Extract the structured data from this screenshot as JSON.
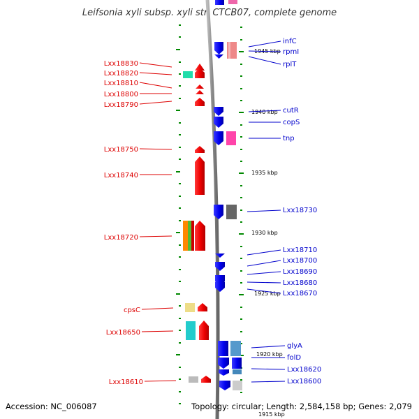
{
  "title": "Leifsonia xyli subsp. xyli str. CTCB07, complete genome",
  "footer": {
    "accession": "Accession: NC_006087",
    "summary": "Topology: circular; Length: 2,584,158 bp; Genes: 2,079"
  },
  "scale_labels": [
    "1945 kbp",
    "1940 kbp",
    "1935 kbp",
    "1930 kbp",
    "1925 kbp",
    "1920 kbp",
    "1915 kbp"
  ],
  "left_genes": [
    {
      "name": "Lxx18830"
    },
    {
      "name": "Lxx18820"
    },
    {
      "name": "Lxx18810"
    },
    {
      "name": "Lxx18800"
    },
    {
      "name": "Lxx18790"
    },
    {
      "name": "Lxx18750"
    },
    {
      "name": "Lxx18740"
    },
    {
      "name": "Lxx18720"
    },
    {
      "name": "cpsC"
    },
    {
      "name": "Lxx18650"
    },
    {
      "name": "Lxx18610"
    }
  ],
  "right_genes": [
    {
      "name": "infC"
    },
    {
      "name": "rpmI"
    },
    {
      "name": "rplT"
    },
    {
      "name": "cutR"
    },
    {
      "name": "copS"
    },
    {
      "name": "tnp"
    },
    {
      "name": "Lxx18730"
    },
    {
      "name": "Lxx18710"
    },
    {
      "name": "Lxx18700"
    },
    {
      "name": "Lxx18690"
    },
    {
      "name": "Lxx18680"
    },
    {
      "name": "Lxx18670"
    },
    {
      "name": "glyA"
    },
    {
      "name": "folD"
    },
    {
      "name": "Lxx18620"
    },
    {
      "name": "Lxx18600"
    }
  ],
  "colors": {
    "forward_strand": "#ee0000",
    "reverse_strand": "#0000ee",
    "backbone": "#888888",
    "tick": "#008800",
    "left_label": "#dd0000",
    "right_label": "#0000cc"
  }
}
